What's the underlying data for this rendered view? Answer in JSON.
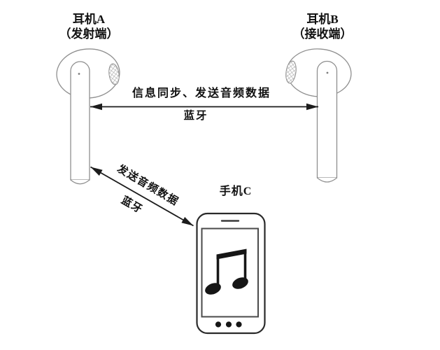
{
  "labels": {
    "earphone_a": {
      "name": "耳机A",
      "role": "（发射端）"
    },
    "earphone_b": {
      "name": "耳机B",
      "role": "（接收端）"
    },
    "phone_c": {
      "name": "手机C"
    },
    "link_ab": {
      "label": "信息同步、发送音频数据",
      "protocol": "蓝牙"
    },
    "link_ac": {
      "label": "发送音频数据",
      "protocol": "蓝牙"
    }
  },
  "colors": {
    "bg": "#ffffff",
    "outline_light": "#8f8f8f",
    "outline_dark": "#2a2a2a",
    "arrow": "#1c1c1c",
    "text": "#111111",
    "ink": "#161616"
  }
}
